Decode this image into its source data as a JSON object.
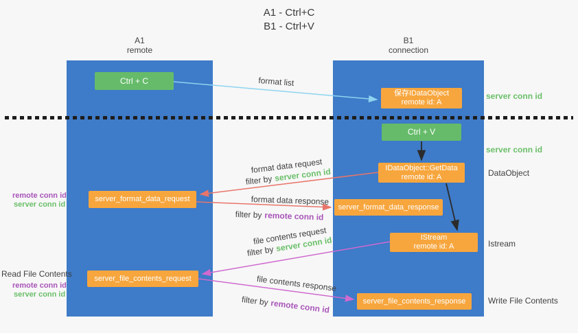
{
  "title": {
    "line1": "A1 - Ctrl+C",
    "line2": "B1 - Ctrl+V"
  },
  "lanes": {
    "left": {
      "name": "A1",
      "role": "remote"
    },
    "right": {
      "name": "B1",
      "role": "connection"
    }
  },
  "nodes": {
    "ctrl_c": {
      "label": "Ctrl + C"
    },
    "ctrl_v": {
      "label": "Ctrl + V"
    },
    "save_dataobject": {
      "line1": "保存IDataObject",
      "line2": "remote id: A"
    },
    "getdata": {
      "line1": "IDataObject::GetData",
      "line2": "remote id: A"
    },
    "istream": {
      "line1": "IStream",
      "line2": "remote id: A"
    },
    "format_request": {
      "label": "server_format_data_request"
    },
    "format_response": {
      "label": "server_format_data_response"
    },
    "file_request": {
      "label": "server_file_contents_request"
    },
    "file_response": {
      "label": "server_file_contents_response"
    }
  },
  "arrow_labels": {
    "format_list": "format list",
    "format_data_request": "format data request",
    "format_data_response": "format data response",
    "file_contents_request": "file contents request",
    "file_contents_response": "file contents response",
    "filter_by": "filter by",
    "server_conn_id": "server conn id",
    "remote_conn_id": "remote conn id"
  },
  "side_labels": {
    "left": {
      "format_remote": "remote conn id",
      "format_server": "server conn id",
      "read_file": "Read File Contents",
      "file_remote": "remote conn id",
      "file_server": "server conn id"
    },
    "right": {
      "server_conn_top": "server conn id",
      "server_conn_mid": "server conn id",
      "dataobject": "DataObject",
      "istream": "Istream",
      "write_file": "Write File Contents"
    }
  },
  "colors": {
    "background": "#f7f7f7",
    "lane_blue": "#3e7bc8",
    "node_green": "#66bb6a",
    "node_orange": "#f7a63e",
    "arrow_light_blue": "#8ed4f0",
    "arrow_red": "#e8756a",
    "arrow_magenta": "#cf6ace",
    "arrow_black": "#2b2b2b",
    "text_green": "#6abf69",
    "text_purple": "#a855b8",
    "text_dark": "#3f3f3f"
  }
}
